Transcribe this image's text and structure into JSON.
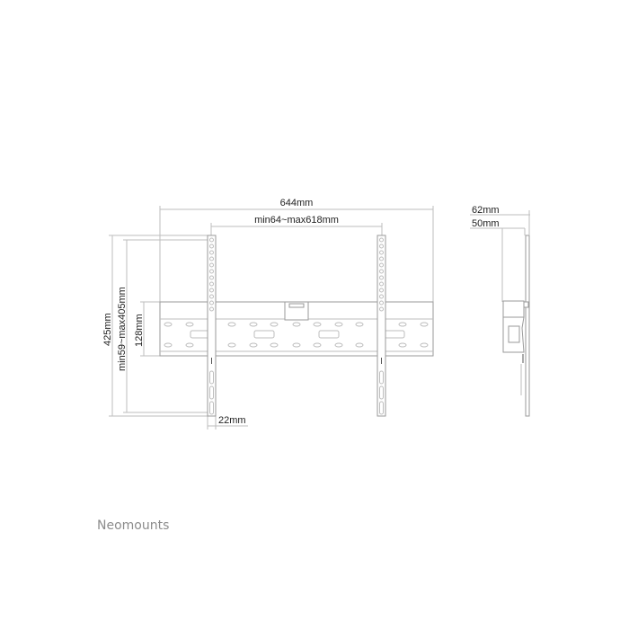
{
  "dimensions": {
    "overall_width": "644mm",
    "hole_spacing_horizontal": "min64~max618mm",
    "overall_height": "425mm",
    "hole_spacing_vertical": "min59~max405mm",
    "rail_height": "128mm",
    "arm_width": "22mm",
    "depth_max": "62mm",
    "depth_min": "50mm"
  },
  "brand": {
    "name": "Neomounts"
  },
  "colors": {
    "line": "#bdbdbd",
    "text": "#222222",
    "logo": "#8c8c8c"
  }
}
